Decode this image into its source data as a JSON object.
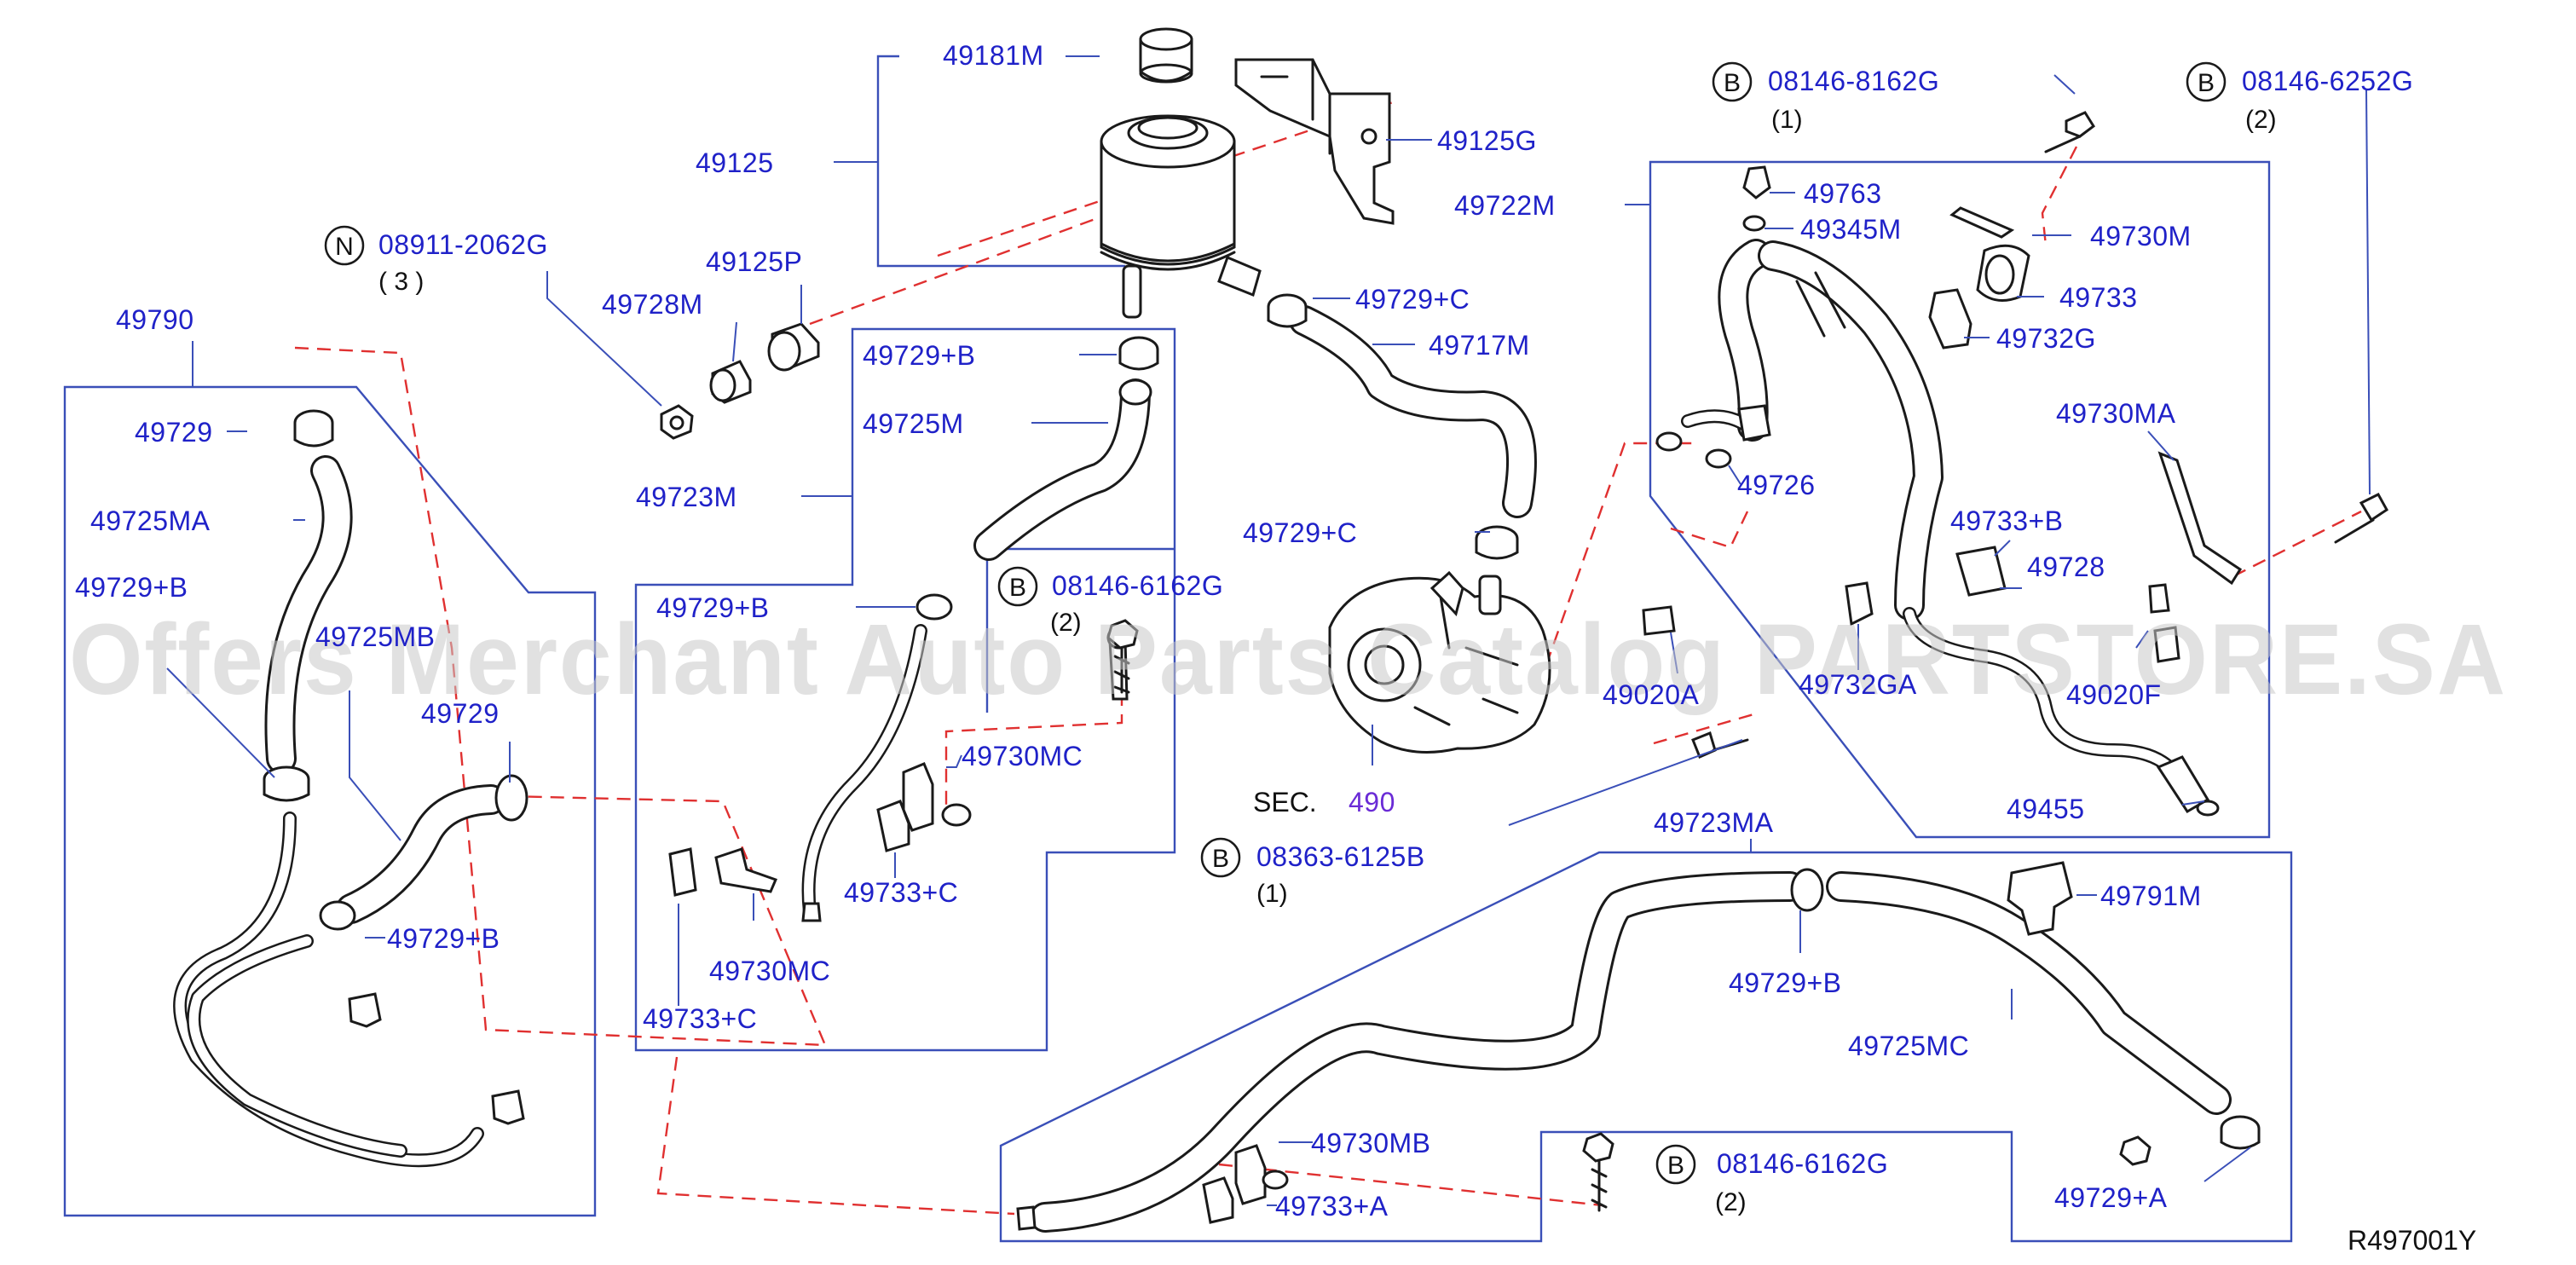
{
  "colors": {
    "label": "#1f21c8",
    "sec_ref": "#6a2bd6",
    "frame": "#3a4fb8",
    "dashed": "#e03030",
    "part": "#1a1a1a",
    "watermark": "#c8c8c8"
  },
  "watermark": "Offers Merchant Auto Parts Catalog PARTSTORE.SA",
  "drawing_ref": "R497001Y",
  "sec_prefix": "SEC.",
  "sec_number": "490",
  "labels": {
    "p49181M": "49181M",
    "p49125": "49125",
    "p49125G": "49125G",
    "p49125P": "49125P",
    "p49728M": "49728M",
    "p08911": "08911-2062G",
    "p49790": "49790",
    "p49729": "49729",
    "p49725MA": "49725MA",
    "p49729B_left": "49729+B",
    "p49725MB": "49725MB",
    "p49729_mid": "49729",
    "p49729B_lower": "49729+B",
    "p49729B_top": "49729+B",
    "p49725M": "49725M",
    "p49723M": "49723M",
    "p49729B_mid": "49729+B",
    "p08146_6162G_mid": "08146-6162G",
    "p49730MC_a": "49730MC",
    "p49733C_a": "49733+C",
    "p49730MC_b": "49730MC",
    "p49733C_b": "49733+C",
    "p49729C_top": "49729+C",
    "p49717M": "49717M",
    "p49729C_low": "49729+C",
    "p08363": "08363-6125B",
    "p08146_8162G": "08146-8162G",
    "p08146_6252G": "08146-6252G",
    "p49722M": "49722M",
    "p49763": "49763",
    "p49345M": "49345M",
    "p49730M": "49730M",
    "p49733": "49733",
    "p49732G": "49732G",
    "p49730MA": "49730MA",
    "p49726": "49726",
    "p49733B": "49733+B",
    "p49728": "49728",
    "p49020A": "49020A",
    "p49732GA": "49732GA",
    "p49020F": "49020F",
    "p49455": "49455",
    "p49723MA": "49723MA",
    "p49791M": "49791M",
    "p49729B_right": "49729+B",
    "p49725MC": "49725MC",
    "p49730MB": "49730MB",
    "p49733A": "49733+A",
    "p08146_6162G_low": "08146-6162G",
    "p49729A": "49729+A"
  },
  "quantities": {
    "q08911": "( 3 )",
    "q08146_6162G_mid": "(2)",
    "q08363": "(1)",
    "q08146_8162G": "(1)",
    "q08146_6252G": "(2)",
    "q08146_6162G_low": "(2)"
  },
  "badges": {
    "b08911": "N",
    "b08146_6162G_mid": "B",
    "b08363": "B",
    "b08146_8162G": "B",
    "b08146_6252G": "B",
    "b08146_6162G_low": "B"
  }
}
